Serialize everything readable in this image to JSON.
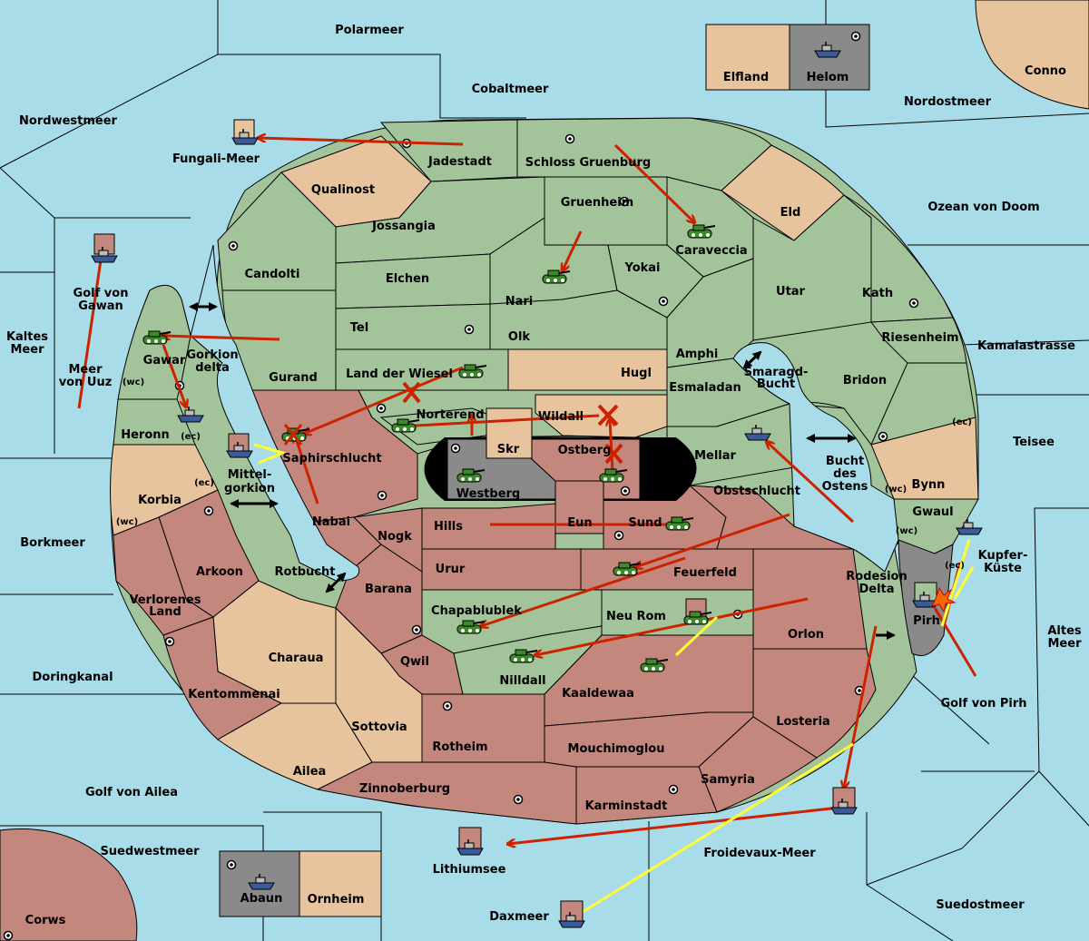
{
  "colors": {
    "sea": "#a8dce8",
    "green_power": "#a3c49a",
    "red_power": "#c4877e",
    "neutral": "#e8c49e",
    "gray_power": "#8a8a8a",
    "order_move": "#cc2200",
    "order_support": "#ffff33"
  },
  "seas": {
    "polarmeer": "Polarmeer",
    "cobaltmeer": "Cobaltmeer",
    "nordwestmeer": "Nordwestmeer",
    "nordostmeer": "Nordostmeer",
    "fungali": "Fungali-Meer",
    "golf_gawan": "Golf von Gawan",
    "kaltes_meer": "Kaltes Meer",
    "meer_uuz": "Meer von Uuz",
    "ozean_doom": "Ozean von Doom",
    "kamalastrasse": "Kamalastrasse",
    "teisee": "Teisee",
    "borkmeer": "Borkmeer",
    "doringkanal": "Doringkanal",
    "golf_ailea": "Golf von Ailea",
    "suedwestmeer": "Suedwestmeer",
    "altes_meer": "Altes Meer",
    "golf_pirh": "Golf von Pirh",
    "froidevaux": "Froidevaux-Meer",
    "suedostmeer": "Suedostmeer",
    "lithiumsee": "Lithiumsee",
    "daxmeer": "Daxmeer",
    "smaragd_bucht": "Smaragd-Bucht",
    "bucht_ostens": "Bucht des Ostens",
    "gorkion_delta": "Gorkion delta",
    "mittel_gorkion": "Mittel-gorkion",
    "rotbucht": "Rotbucht",
    "kupfer_kueste": "Kupfer-Küste",
    "rodesion_delta": "Rodesion Delta"
  },
  "provinces": {
    "elfland": "Elfland",
    "helom": "Helom",
    "conno": "Conno",
    "jadestadt": "Jadestadt",
    "schloss": "Schloss Gruenburg",
    "qualinost": "Qualinost",
    "eld": "Eld",
    "jossangia": "Jossangia",
    "gruenheim": "Gruenheim",
    "caraveccia": "Caraveccia",
    "candolti": "Candolti",
    "elchen": "Elchen",
    "nari": "Nari",
    "yokai": "Yokai",
    "utar": "Utar",
    "kath": "Kath",
    "tel": "Tel",
    "olk": "Olk",
    "amphi": "Amphi",
    "riesenheim": "Riesenheim",
    "gurand": "Gurand",
    "land_wiesel": "Land der Wiesel",
    "hugl": "Hugl",
    "esmaladan": "Esmaladan",
    "bridon": "Bridon",
    "gawar": "Gawar",
    "wc": "(wc)",
    "ec": "(ec)",
    "heronn": "Heronn",
    "norterend": "Norterend",
    "wildall": "Wildall",
    "skr": "Skr",
    "ostberg": "Ostberg",
    "mellar": "Mellar",
    "bynn": "Bynn",
    "saphirschlucht": "Saphirschlucht",
    "westberg": "Westberg",
    "obstschlucht": "Obstschlucht",
    "korbia": "Korbia",
    "nabai": "Nabai",
    "nogk": "Nogk",
    "hills": "Hills",
    "eun": "Eun",
    "sund": "Sund",
    "gwaul": "Gwaul",
    "arkoon": "Arkoon",
    "barana": "Barana",
    "urur": "Urur",
    "feuerfeld": "Feuerfeld",
    "pirh": "Pirh",
    "verlorenes_land": "Verlorenes Land",
    "chapablublek": "Chapablublek",
    "neu_rom": "Neu Rom",
    "orlon": "Orlon",
    "charaua": "Charaua",
    "qwil": "Qwil",
    "nilldall": "Nilldall",
    "kentommenai": "Kentommenai",
    "kaaldewaa": "Kaaldewaa",
    "sottovia": "Sottovia",
    "losteria": "Losteria",
    "rotheim": "Rotheim",
    "mouchimoglou": "Mouchimoglou",
    "ailea": "Ailea",
    "samyria": "Samyria",
    "zinnoberburg": "Zinnoberburg",
    "karminstadt": "Karminstadt",
    "abaun": "Abaun",
    "ornheim": "Ornheim",
    "corws": "Corws"
  },
  "icons": {
    "army": "tank-icon",
    "fleet": "ship-icon",
    "supply_center": "supply-center-icon",
    "failed_order": "x-mark-icon",
    "two_way": "double-arrow-icon"
  }
}
